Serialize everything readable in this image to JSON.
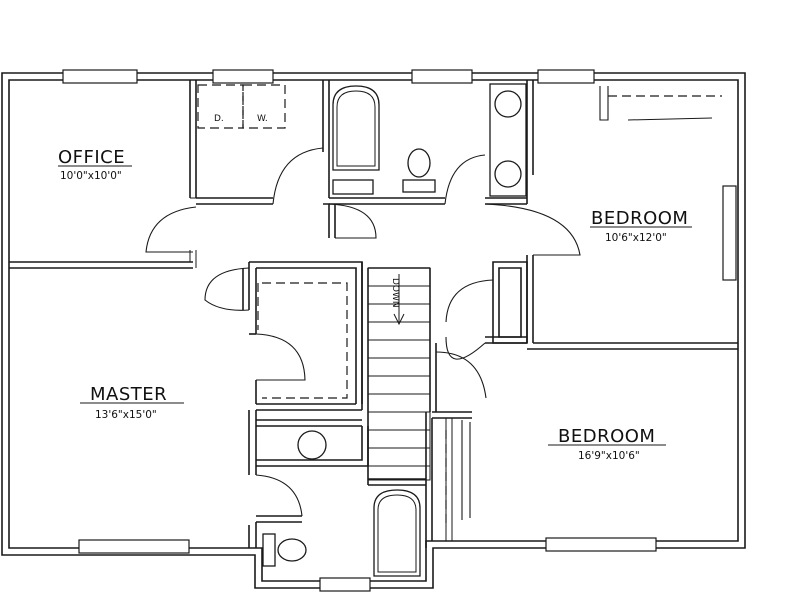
{
  "rooms": {
    "office": {
      "name": "OFFICE",
      "size": "10'0\"x10'0\""
    },
    "bedroom_upper": {
      "name": "BEDROOM",
      "size": "10'6\"x12'0\""
    },
    "master": {
      "name": "MASTER",
      "size": "13'6\"x15'0\""
    },
    "bedroom_lower": {
      "name": "BEDROOM",
      "size": "16'9\"x10'6\""
    }
  },
  "appliances": {
    "dryer": "D.",
    "washer": "W."
  },
  "stairs": {
    "label": "DOWN"
  }
}
